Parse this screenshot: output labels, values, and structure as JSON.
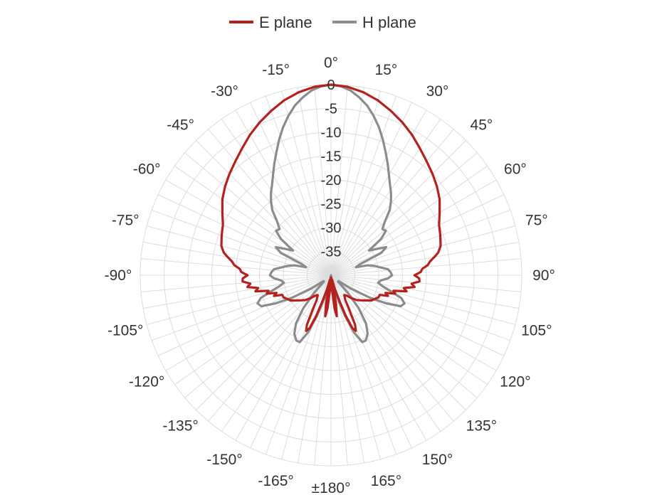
{
  "chart_data": {
    "type": "polar-line",
    "title": "",
    "legend": {
      "position": "top",
      "entries": [
        "E plane",
        "H plane"
      ]
    },
    "radial_axis": {
      "range": [
        -40,
        0
      ],
      "tick_values": [
        0,
        -5,
        -10,
        -15,
        -20,
        -25,
        -30,
        -35
      ],
      "tick_labels": [
        "0",
        "-5",
        "-10",
        "-15",
        "-20",
        "-25",
        "-30",
        "-35"
      ]
    },
    "angular_axis": {
      "direction": "clockwise",
      "zero": "top",
      "tick_values": [
        0,
        15,
        30,
        45,
        60,
        75,
        90,
        105,
        120,
        135,
        150,
        165,
        180,
        -165,
        -150,
        -135,
        -120,
        -105,
        -90,
        -75,
        -60,
        -45,
        -30,
        -15
      ],
      "tick_labels": [
        "0°",
        "15°",
        "30°",
        "45°",
        "60°",
        "75°",
        "90°",
        "105°",
        "120°",
        "135°",
        "150°",
        "165°",
        "±180°",
        "-165°",
        "-150°",
        "-135°",
        "-120°",
        "-105°",
        "-90°",
        "-75°",
        "-60°",
        "-45°",
        "-30°",
        "-15°"
      ],
      "grid": true,
      "spoke_step_deg": 5
    },
    "series": [
      {
        "name": "E plane",
        "color": "#b5211d",
        "points": [
          [
            0,
            0
          ],
          [
            5,
            -0.3
          ],
          [
            10,
            -1
          ],
          [
            15,
            -2
          ],
          [
            20,
            -3.3
          ],
          [
            25,
            -4.6
          ],
          [
            30,
            -6
          ],
          [
            35,
            -7.5
          ],
          [
            40,
            -8.8
          ],
          [
            45,
            -9.9
          ],
          [
            50,
            -11
          ],
          [
            55,
            -12.2
          ],
          [
            60,
            -13.7
          ],
          [
            65,
            -15
          ],
          [
            70,
            -15.6
          ],
          [
            75,
            -16.2
          ],
          [
            78,
            -17
          ],
          [
            80,
            -18
          ],
          [
            82,
            -19
          ],
          [
            84,
            -19.6
          ],
          [
            86,
            -20.8
          ],
          [
            88,
            -21.2
          ],
          [
            90,
            -22.5
          ],
          [
            92,
            -21.5
          ],
          [
            94,
            -21.4
          ],
          [
            96,
            -23
          ],
          [
            98,
            -22.3
          ],
          [
            100,
            -24.5
          ],
          [
            102,
            -23.8
          ],
          [
            104,
            -26.5
          ],
          [
            106,
            -26
          ],
          [
            108,
            -28
          ],
          [
            110,
            -27.3
          ],
          [
            112,
            -29
          ],
          [
            115,
            -29
          ],
          [
            118,
            -29.5
          ],
          [
            122,
            -30
          ],
          [
            126,
            -31
          ],
          [
            130,
            -31.8
          ],
          [
            134,
            -32.5
          ],
          [
            138,
            -33.5
          ],
          [
            142,
            -34.5
          ],
          [
            146,
            -35
          ],
          [
            150,
            -34
          ],
          [
            152,
            -32
          ],
          [
            154,
            -28.5
          ],
          [
            156,
            -27.2
          ],
          [
            158,
            -28
          ],
          [
            160,
            -31
          ],
          [
            162,
            -34.5
          ],
          [
            164,
            -37
          ],
          [
            166,
            -39
          ],
          [
            168,
            -38
          ],
          [
            170,
            -34
          ],
          [
            172,
            -31.3
          ],
          [
            174,
            -33
          ],
          [
            176,
            -37
          ],
          [
            178,
            -39.5
          ],
          [
            180,
            -39.5
          ],
          [
            -178,
            -39.5
          ],
          [
            -176,
            -37
          ],
          [
            -174,
            -33
          ],
          [
            -172,
            -31.3
          ],
          [
            -170,
            -34
          ],
          [
            -168,
            -38
          ],
          [
            -166,
            -39
          ],
          [
            -164,
            -37
          ],
          [
            -162,
            -34.5
          ],
          [
            -160,
            -31
          ],
          [
            -158,
            -28
          ],
          [
            -156,
            -27.2
          ],
          [
            -154,
            -28.5
          ],
          [
            -152,
            -32
          ],
          [
            -150,
            -34
          ],
          [
            -146,
            -35
          ],
          [
            -142,
            -34.5
          ],
          [
            -138,
            -33.5
          ],
          [
            -134,
            -32.5
          ],
          [
            -130,
            -31.8
          ],
          [
            -126,
            -31
          ],
          [
            -122,
            -30
          ],
          [
            -118,
            -29.5
          ],
          [
            -115,
            -29
          ],
          [
            -112,
            -29
          ],
          [
            -110,
            -27.3
          ],
          [
            -108,
            -28
          ],
          [
            -106,
            -26
          ],
          [
            -104,
            -26.5
          ],
          [
            -102,
            -23.8
          ],
          [
            -100,
            -24.5
          ],
          [
            -98,
            -22.3
          ],
          [
            -96,
            -23
          ],
          [
            -94,
            -21.4
          ],
          [
            -92,
            -21.5
          ],
          [
            -90,
            -22.5
          ],
          [
            -88,
            -21.2
          ],
          [
            -86,
            -20.8
          ],
          [
            -84,
            -19.6
          ],
          [
            -82,
            -19
          ],
          [
            -80,
            -18
          ],
          [
            -78,
            -17
          ],
          [
            -75,
            -16.2
          ],
          [
            -70,
            -15.6
          ],
          [
            -65,
            -15
          ],
          [
            -60,
            -13.7
          ],
          [
            -55,
            -12.2
          ],
          [
            -50,
            -11
          ],
          [
            -45,
            -9.9
          ],
          [
            -40,
            -8.8
          ],
          [
            -35,
            -7.5
          ],
          [
            -30,
            -6
          ],
          [
            -25,
            -4.6
          ],
          [
            -20,
            -3.3
          ],
          [
            -15,
            -2
          ],
          [
            -10,
            -1
          ],
          [
            -5,
            -0.3
          ]
        ]
      },
      {
        "name": "H plane",
        "color": "#8c8c8c",
        "points": [
          [
            0,
            0
          ],
          [
            3,
            -0.3
          ],
          [
            6,
            -1
          ],
          [
            9,
            -2.2
          ],
          [
            12,
            -3.6
          ],
          [
            15,
            -5.4
          ],
          [
            18,
            -7.4
          ],
          [
            21,
            -9.6
          ],
          [
            24,
            -11.8
          ],
          [
            27,
            -13.8
          ],
          [
            30,
            -15.7
          ],
          [
            33,
            -17.3
          ],
          [
            36,
            -18.6
          ],
          [
            39,
            -20
          ],
          [
            42,
            -21.6
          ],
          [
            45,
            -24
          ],
          [
            48,
            -25.5
          ],
          [
            51,
            -25.2
          ],
          [
            54,
            -27
          ],
          [
            57,
            -30.5
          ],
          [
            60,
            -29
          ],
          [
            63,
            -27
          ],
          [
            66,
            -28.5
          ],
          [
            69,
            -33.5
          ],
          [
            72,
            -34.5
          ],
          [
            75,
            -32
          ],
          [
            78,
            -30.6
          ],
          [
            81,
            -29.5
          ],
          [
            84,
            -28
          ],
          [
            87,
            -27.5
          ],
          [
            90,
            -27.2
          ],
          [
            93,
            -28
          ],
          [
            96,
            -29.5
          ],
          [
            99,
            -30
          ],
          [
            102,
            -29
          ],
          [
            105,
            -27
          ],
          [
            108,
            -24.5
          ],
          [
            111,
            -23.5
          ],
          [
            114,
            -24
          ],
          [
            117,
            -27
          ],
          [
            120,
            -30.5
          ],
          [
            124,
            -35
          ],
          [
            128,
            -38
          ],
          [
            132,
            -38
          ],
          [
            136,
            -35
          ],
          [
            140,
            -31
          ],
          [
            144,
            -27.5
          ],
          [
            148,
            -25.5
          ],
          [
            152,
            -24.5
          ],
          [
            155,
            -24.5
          ],
          [
            158,
            -27
          ],
          [
            161,
            -31
          ],
          [
            164,
            -35
          ],
          [
            167,
            -38
          ],
          [
            170,
            -39.5
          ],
          [
            175,
            -40
          ],
          [
            180,
            -40
          ],
          [
            -175,
            -40
          ],
          [
            -170,
            -39.5
          ],
          [
            -167,
            -38
          ],
          [
            -164,
            -35
          ],
          [
            -161,
            -31
          ],
          [
            -158,
            -27
          ],
          [
            -155,
            -24.5
          ],
          [
            -152,
            -24.5
          ],
          [
            -148,
            -25.5
          ],
          [
            -144,
            -27.5
          ],
          [
            -140,
            -31
          ],
          [
            -136,
            -35
          ],
          [
            -132,
            -38
          ],
          [
            -128,
            -38
          ],
          [
            -124,
            -35
          ],
          [
            -120,
            -30.5
          ],
          [
            -117,
            -27
          ],
          [
            -114,
            -24
          ],
          [
            -111,
            -23.5
          ],
          [
            -108,
            -24.5
          ],
          [
            -105,
            -27
          ],
          [
            -102,
            -29
          ],
          [
            -99,
            -30
          ],
          [
            -96,
            -29.5
          ],
          [
            -93,
            -28
          ],
          [
            -90,
            -27.2
          ],
          [
            -87,
            -27.5
          ],
          [
            -84,
            -28
          ],
          [
            -81,
            -29.5
          ],
          [
            -78,
            -30.6
          ],
          [
            -75,
            -32
          ],
          [
            -72,
            -34.5
          ],
          [
            -69,
            -33.5
          ],
          [
            -66,
            -28.5
          ],
          [
            -63,
            -27
          ],
          [
            -60,
            -29
          ],
          [
            -57,
            -30.5
          ],
          [
            -54,
            -27
          ],
          [
            -51,
            -25.2
          ],
          [
            -48,
            -25.5
          ],
          [
            -45,
            -24
          ],
          [
            -42,
            -21.6
          ],
          [
            -39,
            -20
          ],
          [
            -36,
            -18.6
          ],
          [
            -33,
            -17.3
          ],
          [
            -30,
            -15.7
          ],
          [
            -27,
            -13.8
          ],
          [
            -24,
            -11.8
          ],
          [
            -21,
            -9.6
          ],
          [
            -18,
            -7.4
          ],
          [
            -15,
            -5.4
          ],
          [
            -12,
            -3.6
          ],
          [
            -9,
            -2.2
          ],
          [
            -6,
            -1
          ],
          [
            -3,
            -0.3
          ]
        ]
      }
    ]
  }
}
